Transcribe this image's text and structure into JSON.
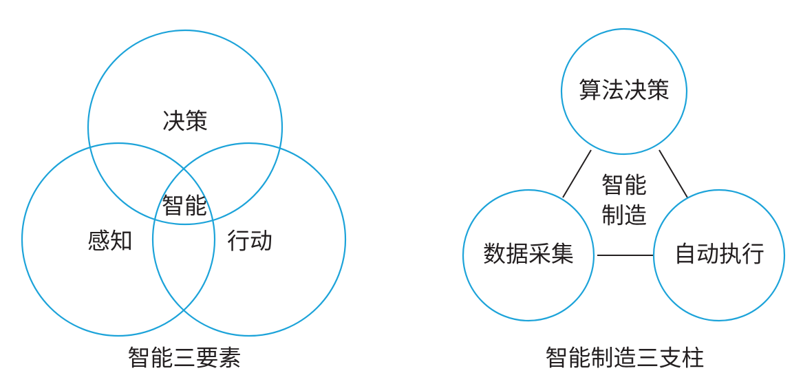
{
  "colors": {
    "circle_stroke": "#1ca3d9",
    "text": "#231f20",
    "connector": "#231f20"
  },
  "left_diagram": {
    "caption": "智能三要素",
    "circles": {
      "top": "决策",
      "left": "感知",
      "right": "行动"
    },
    "center": "智能"
  },
  "right_diagram": {
    "caption": "智能制造三支柱",
    "nodes": {
      "top": "算法决策",
      "left": "数据采集",
      "right": "自动执行"
    },
    "center_line1": "智能",
    "center_line2": "制造"
  }
}
